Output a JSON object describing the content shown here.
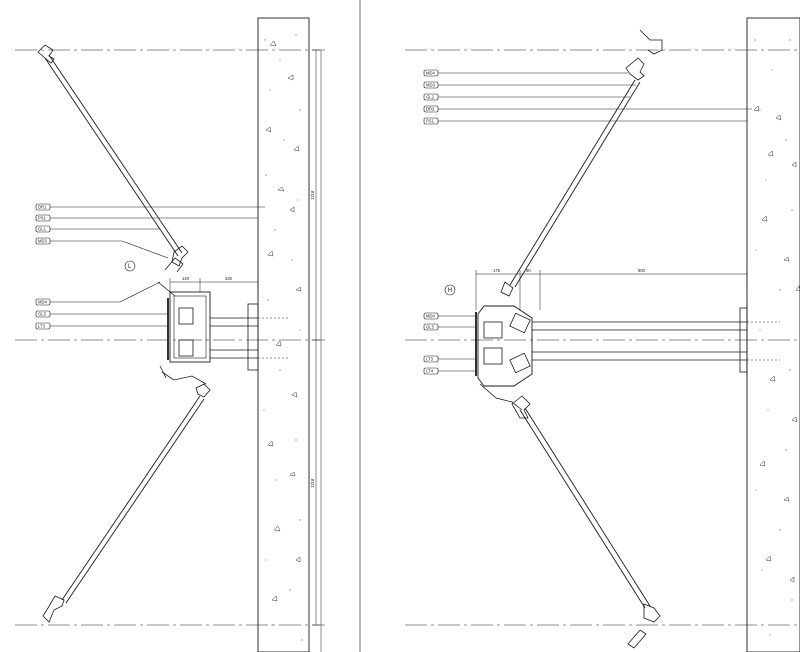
{
  "left_detail": {
    "marker": "L",
    "tags_upper": [
      "DR1",
      "PS1",
      "GL1",
      "MD3"
    ],
    "tags_lower": [
      "MD4",
      "GL5",
      "LT3"
    ],
    "dims_horizontal": [
      "140",
      "330"
    ],
    "dims_vertical": [
      "1218",
      "1218"
    ]
  },
  "right_detail": {
    "marker": "H",
    "tags_upper": [
      "MD4",
      "MD3",
      "GL2",
      "DR2",
      "PS1"
    ],
    "tags_lower": [
      "MD4",
      "GL5",
      "LT3",
      "LT4"
    ],
    "dims_horizontal": [
      "175",
      "90",
      "800"
    ]
  },
  "colors": {
    "line": "#1a1a1a",
    "stipple": "#888888",
    "background": "#ffffff"
  }
}
